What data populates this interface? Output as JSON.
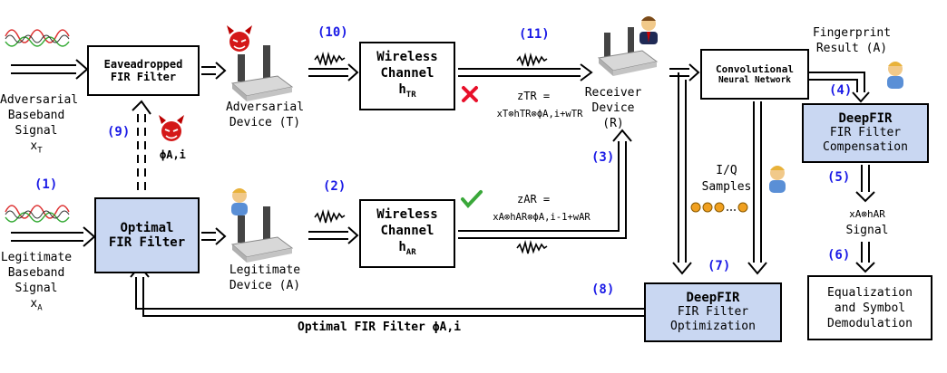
{
  "nodes": {
    "eav_filter": {
      "line1": "Eaveadropped",
      "line2": "FIR Filter"
    },
    "opt_filter": {
      "line1": "Optimal",
      "line2": "FIR Filter"
    },
    "chan_tr": {
      "line1": "Wireless",
      "line2": "Channel",
      "sym": "h",
      "sub": "TR"
    },
    "chan_ar": {
      "line1": "Wireless",
      "line2": "Channel",
      "sym": "h",
      "sub": "AR"
    },
    "cnn": {
      "line1": "Convolutional",
      "line2": "Neural Network"
    },
    "deepfir_comp": {
      "title": "DeepFIR",
      "line1": "FIR Filter",
      "line2": "Compensation"
    },
    "deepfir_opt": {
      "title": "DeepFIR",
      "line1": "FIR Filter",
      "line2": "Optimization"
    },
    "eq_demod": {
      "line1": "Equalization",
      "line2": "and Symbol",
      "line3": "Demodulation"
    }
  },
  "labels": {
    "adv_signal": {
      "l1": "Adversarial",
      "l2": "Baseband",
      "l3": "Signal",
      "sym": "x",
      "sub": "T"
    },
    "leg_signal": {
      "l1": "Legitimate",
      "l2": "Baseband",
      "l3": "Signal",
      "sym": "x",
      "sub": "A"
    },
    "adv_device": {
      "l1": "Adversarial",
      "l2": "Device (T)"
    },
    "leg_device": {
      "l1": "Legitimate",
      "l2": "Device (A)"
    },
    "recv_device": {
      "l1": "Receiver",
      "l2": "Device",
      "l3": "(R)"
    },
    "fingerprint": {
      "l1": "Fingerprint",
      "l2": "Result (A)"
    },
    "iq": {
      "l1": "I/Q",
      "l2": "Samples"
    },
    "signal_out": {
      "expr": "xA⊗hAR",
      "l2": "Signal"
    },
    "phi_adv": "ϕA,i",
    "z_tr": {
      "lhs": "zTR =",
      "rhs": "xT⊗hTR⊗ϕA,i+wTR"
    },
    "z_ar": {
      "lhs": "zAR =",
      "rhs": "xA⊗hAR⊗ϕA,i-1+wAR"
    },
    "opt_feedback": {
      "text": "Optimal FIR Filter",
      "sym": "ϕA,i"
    }
  },
  "step_numbers": [
    "(1)",
    "(2)",
    "(3)",
    "(4)",
    "(5)",
    "(6)",
    "(7)",
    "(8)",
    "(9)",
    "(10)",
    "(11)"
  ],
  "colors": {
    "box_blue": "#c9d7f2",
    "step_blue": "#1a1ae6",
    "cross_red": "#e8102a",
    "check_green": "#3aa83a"
  },
  "icons": [
    "signal-wave-icon",
    "router-icon",
    "devil-icon",
    "user-icon",
    "noise-waveform-icon",
    "cross-icon",
    "check-icon",
    "dots-icon"
  ]
}
